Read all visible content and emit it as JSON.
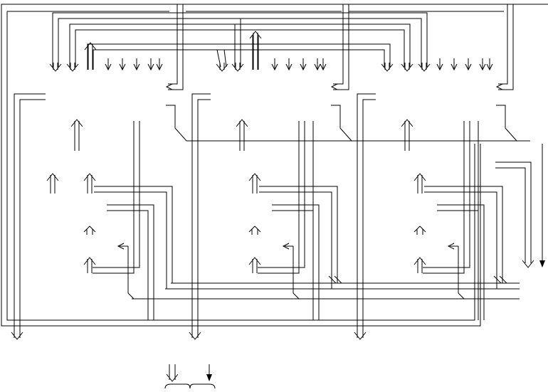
{
  "diagram": {
    "type": "block-diagram",
    "stroke_color": "#000000",
    "background": "#ffffff",
    "stages": [
      {
        "id": "stage-1"
      },
      {
        "id": "stage-2"
      },
      {
        "id": "stage-3"
      }
    ],
    "labels": [],
    "bottom_group": {
      "description_text": ""
    }
  }
}
